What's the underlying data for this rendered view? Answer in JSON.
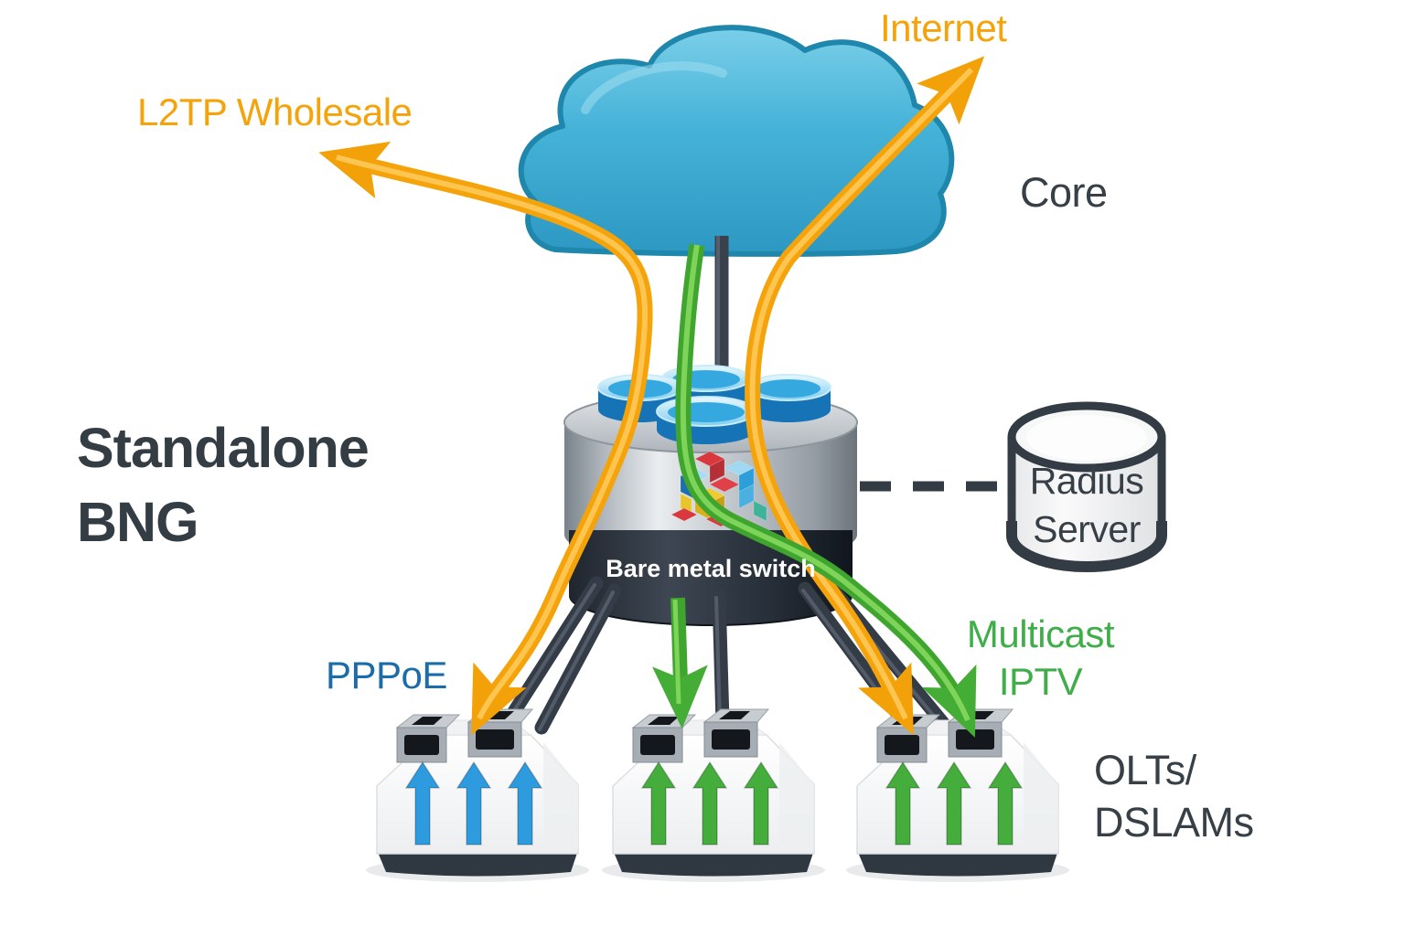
{
  "diagram_title": {
    "line1": "Standalone",
    "line2": "BNG"
  },
  "core_cloud": {
    "label": "Core"
  },
  "uplinks": {
    "internet_label": "Internet",
    "l2tp_label": "L2TP Wholesale"
  },
  "switch": {
    "label": "Bare metal switch"
  },
  "radius_server": {
    "line1": "Radius",
    "line2": "Server"
  },
  "access": {
    "pppoe_label": "PPPoE",
    "multicast_line1": "Multicast",
    "multicast_line2": "IPTV",
    "nodes_line1": "OLTs/",
    "nodes_line2": "DSLAMs",
    "node_count": 3
  },
  "colors": {
    "orange_flow": "#F5A30B",
    "green_flow": "#3FA52F",
    "dark_cable": "#343D47",
    "cloud_blue": "#45B2D8",
    "disc_blue": "#2FA3DF",
    "pppoe_text_blue": "#1B6CA8",
    "multicast_text_green": "#3FAE49",
    "dark_text": "#373F47",
    "switch_label_white": "#FFFFFF"
  }
}
